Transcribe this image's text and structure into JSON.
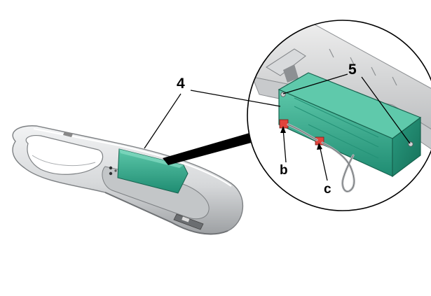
{
  "diagram": {
    "callouts": {
      "four": "4",
      "five": "5",
      "b": "b",
      "c": "c"
    },
    "colors": {
      "module_green": "#2fa58a",
      "module_green_dark": "#1f7e68",
      "housing_grey": "#d9dbdd",
      "housing_dark": "#8e9194",
      "connector_red": "#e0443c",
      "leader": "#000000"
    }
  }
}
